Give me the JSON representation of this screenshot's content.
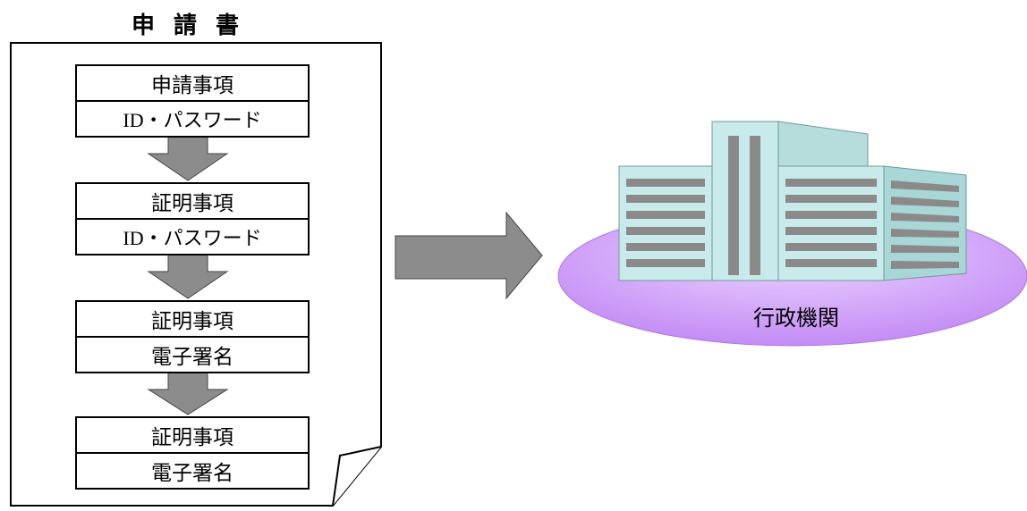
{
  "document": {
    "title": "申 請 書",
    "blocks": [
      {
        "top": "申請事項",
        "bottom": "ID・パスワード"
      },
      {
        "top": "証明事項",
        "bottom": "ID・パスワード"
      },
      {
        "top": "証明事項",
        "bottom": "電子署名"
      },
      {
        "top": "証明事項",
        "bottom": "電子署名"
      }
    ]
  },
  "target": {
    "label": "行政機関"
  },
  "colors": {
    "arrow_fill": "#8c8c8c",
    "ellipse_fill": "#cc99ff",
    "building_front": "#c8eaea",
    "building_side": "#a9d6d6",
    "building_window": "#8a8a8a"
  },
  "icons": {
    "building": "office-building-icon",
    "flow_arrow": "down-arrow-icon",
    "send_arrow": "right-arrow-icon"
  }
}
